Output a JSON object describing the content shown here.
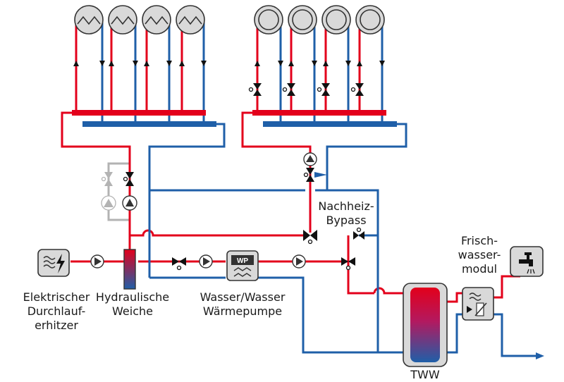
{
  "labels": {
    "heater": [
      "Elektrischer",
      "Durchlauf-",
      "erhitzer"
    ],
    "separator": [
      "Hydraulische",
      "Weiche"
    ],
    "heatpump": [
      "Wasser/Wasser",
      "Wärmepumpe"
    ],
    "bypass": [
      "Nachheiz-",
      "Bypass"
    ],
    "freshwater": [
      "Frisch-",
      "wasser-",
      "modul"
    ],
    "tank": "TWW",
    "heatpump_badge": "WP"
  },
  "colors": {
    "supply": "#e3001b",
    "return": "#1f5fa8",
    "inactive": "#b3b3b3",
    "component_fill": "#d9d9d9",
    "outline": "#333333"
  },
  "icons": [
    "radiator-icon",
    "floor-heating-icon",
    "pump-icon",
    "mixing-valve-icon",
    "check-valve-icon",
    "heat-pump-icon",
    "electric-heater-icon",
    "hydraulic-separator-icon",
    "hot-water-tank-icon",
    "heat-exchanger-icon",
    "tap-icon"
  ]
}
